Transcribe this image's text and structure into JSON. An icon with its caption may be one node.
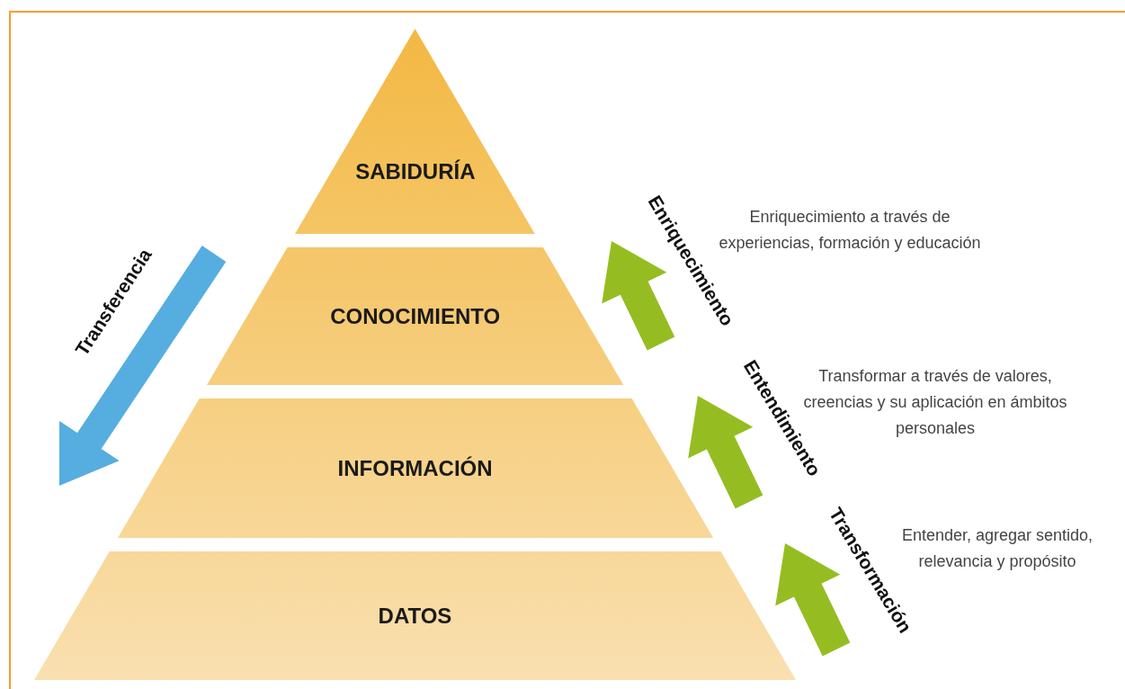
{
  "diagram": {
    "nodes": [
      {
        "text": [
          "SABIDURÍA"
        ]
      },
      {
        "text": [
          "CONOCIMIENTO"
        ]
      },
      {
        "text": [
          "INFORMACIÓN"
        ]
      },
      {
        "text": [
          "DATOS"
        ]
      }
    ],
    "labels": [
      "Enriquecimiento",
      "Enriquecimiento a través de experiencias, formación y educación",
      "Transferencia",
      "Entendimiento",
      "Transformar a través de valores, creencias y su aplicación en ámbitos personales",
      "Transformación",
      "Entender, agregar sentido, relevancia y propósito"
    ]
  }
}
